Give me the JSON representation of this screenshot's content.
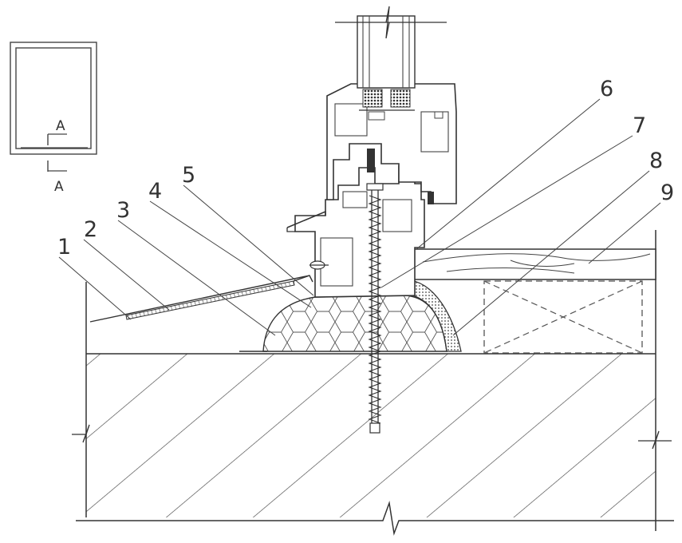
{
  "diagram": {
    "section_mark": "A",
    "callouts": [
      {
        "id": "1",
        "label": "1"
      },
      {
        "id": "2",
        "label": "2"
      },
      {
        "id": "3",
        "label": "3"
      },
      {
        "id": "4",
        "label": "4"
      },
      {
        "id": "5",
        "label": "5"
      },
      {
        "id": "6",
        "label": "6"
      },
      {
        "id": "7",
        "label": "7"
      },
      {
        "id": "8",
        "label": "8"
      },
      {
        "id": "9",
        "label": "9"
      }
    ]
  },
  "colors": {
    "line": "#333333",
    "background": "#ffffff",
    "glass_spacer": "#444444"
  }
}
